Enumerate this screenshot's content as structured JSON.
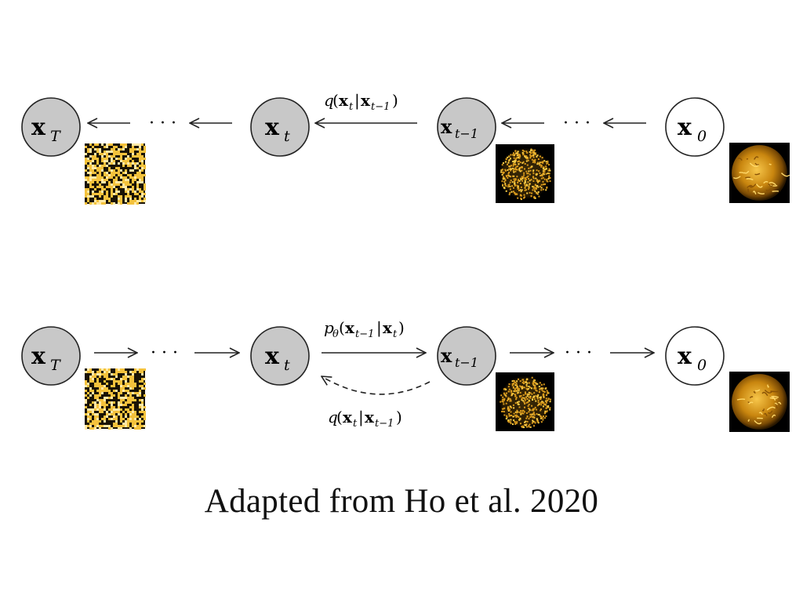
{
  "colors": {
    "hidden_node_fill": "#c8c8c8",
    "observed_node_fill": "#ffffff",
    "stroke": "#222222",
    "sun_core": "#f2b42a",
    "sun_mid": "#b8780f",
    "sun_edge": "#3a2200",
    "noise_gold": "#f4c23c",
    "noise_pale": "#ffe9a6",
    "noise_dark": "#1a1305"
  },
  "top_row": {
    "nodes": [
      {
        "base": "x",
        "sub": "T",
        "style": "hidden",
        "image": "noise"
      },
      {
        "base": "x",
        "sub": "t",
        "style": "hidden",
        "image": "none"
      },
      {
        "base": "x",
        "sub": "t−1",
        "style": "hidden",
        "image": "noisy-sun"
      },
      {
        "base": "x",
        "sub": "0",
        "style": "observed",
        "image": "sun"
      }
    ],
    "ellipsis": "· · ·",
    "edge_label": "q(xₜ|xₜ₋₁)",
    "edge_label_parts": {
      "fn": "q",
      "lhs": "x",
      "lhs_sub": "t",
      "rhs": "x",
      "rhs_sub": "t−1"
    },
    "arrow_direction": "left"
  },
  "bottom_row": {
    "nodes": [
      {
        "base": "x",
        "sub": "T",
        "style": "hidden",
        "image": "noise"
      },
      {
        "base": "x",
        "sub": "t",
        "style": "hidden",
        "image": "none"
      },
      {
        "base": "x",
        "sub": "t−1",
        "style": "hidden",
        "image": "noisy-sun"
      },
      {
        "base": "x",
        "sub": "0",
        "style": "observed",
        "image": "sun"
      }
    ],
    "ellipsis": "· · ·",
    "reverse_label": "pθ(xₜ₋₁|xₜ)",
    "reverse_label_parts": {
      "fn": "p",
      "fn_sub": "θ",
      "lhs": "x",
      "lhs_sub": "t−1",
      "rhs": "x",
      "rhs_sub": "t"
    },
    "forward_label": "q(xₜ|xₜ₋₁)",
    "forward_label_parts": {
      "fn": "q",
      "lhs": "x",
      "lhs_sub": "t",
      "rhs": "x",
      "rhs_sub": "t−1"
    },
    "arrow_direction": "right"
  },
  "caption": "Adapted from Ho et al. 2020"
}
